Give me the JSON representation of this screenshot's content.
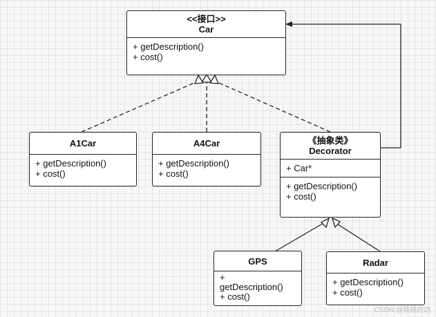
{
  "classes": {
    "car": {
      "stereotype": "<<接口>>",
      "name": "Car",
      "ops": [
        "+ getDescription()",
        "+ cost()"
      ]
    },
    "a1car": {
      "name": "A1Car",
      "ops": [
        "+ getDescription()",
        "+ cost()"
      ]
    },
    "a4car": {
      "name": "A4Car",
      "ops": [
        "+ getDescription()",
        "+ cost()"
      ]
    },
    "decorator": {
      "stereotype": "《抽象类》",
      "name": "Decorator",
      "attrs": [
        "+ Car*"
      ],
      "ops": [
        "+ getDescription()",
        "+ cost()"
      ]
    },
    "gps": {
      "name": "GPS",
      "ops": [
        "+ getDescription()",
        "+ cost()"
      ]
    },
    "radar": {
      "name": "Radar",
      "ops": [
        "+ getDescription()",
        "+ cost()"
      ]
    }
  },
  "colors": {
    "line": "#222222",
    "box": "#ffffff",
    "grid": "#e5e5e5"
  },
  "watermark": "CSDN @贱贱的剑"
}
